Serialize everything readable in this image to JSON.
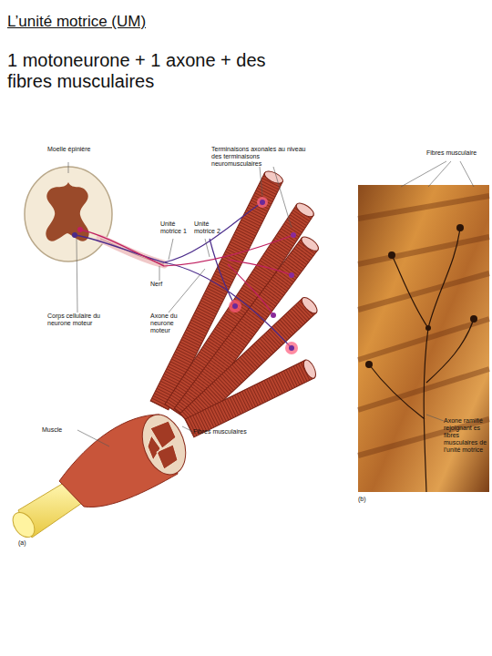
{
  "diagram": {
    "title": "L’unité motrice (UM)",
    "labels": [
      "1 motoneurone + 1 axone + des fibres musculaires",
      "Moelle épinière",
      "Terminaisons axonales au niveau des terminaisons neuromusculaires",
      "Fibres musculaire",
      "Unité motrice 1",
      "Unité motrice 2",
      "Nerf",
      "Corps cellulaire du neurone moteur",
      "Axone du neurone moteur",
      "Muscle",
      "Fibres musculaires",
      "Axone ramifié rejoignant es fibres musculaires de l’unité motrice",
      "(b)",
      "(a)"
    ]
  }
}
